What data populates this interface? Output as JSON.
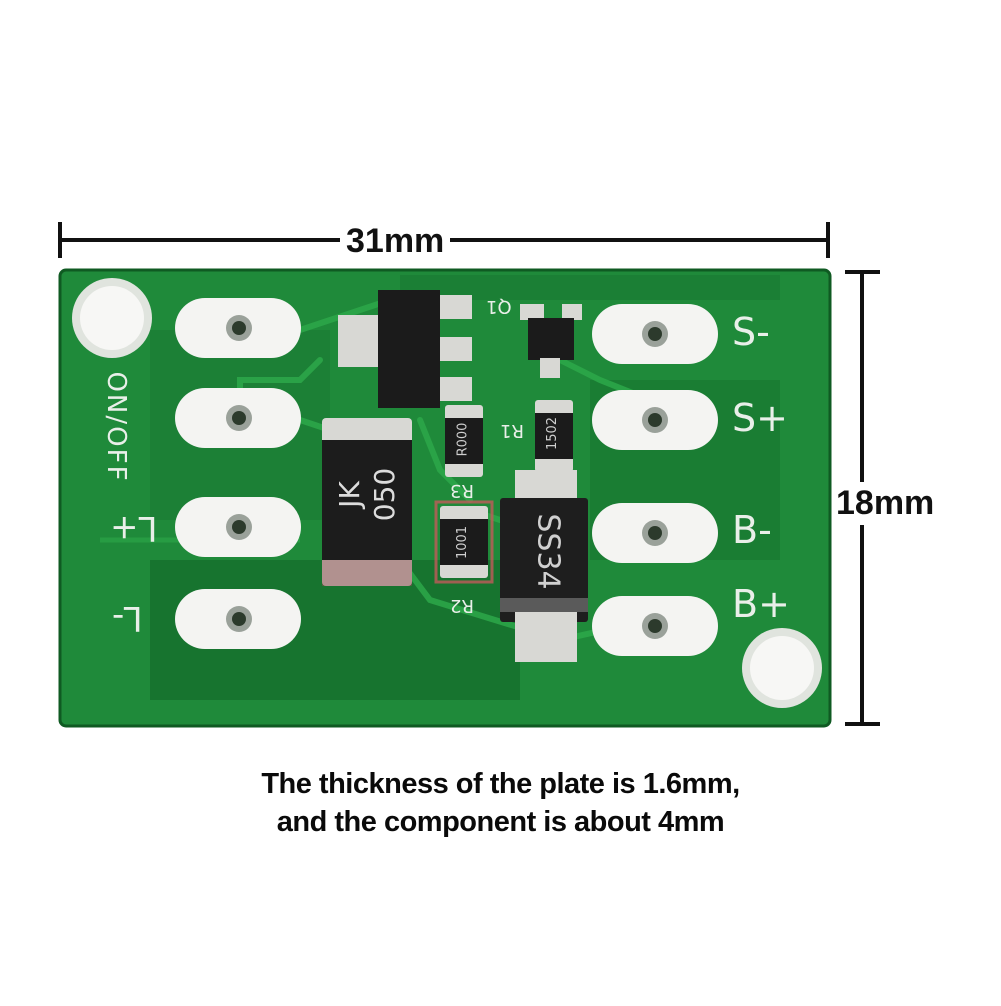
{
  "dimensions": {
    "width_label": "31mm",
    "height_label": "18mm"
  },
  "caption": {
    "line1": "The thickness of the plate is 1.6mm,",
    "line2": "and the component is about 4mm"
  },
  "board_labels": {
    "on_off": "ON/OFF",
    "l_plus": "L+",
    "l_minus": "L-",
    "s_minus": "S-",
    "s_plus": "S+",
    "b_minus": "B-",
    "b_plus": "B+",
    "q1": "Q1",
    "r1": "R1",
    "r2": "R2",
    "r3": "R3"
  },
  "component_markings": {
    "fuse_line1": "JK",
    "fuse_line2": "050",
    "diode": "SS34",
    "r1_code": "1502",
    "r3_code": "R000",
    "r2_code": "1001"
  },
  "colors": {
    "pcb": "#1f8a3a",
    "pcb_dark": "#146b2b",
    "copper_trace": "#2da84a",
    "silkscreen": "#e9efe9",
    "pad": "#f4f4f2",
    "component_black": "#1b1b1b"
  }
}
